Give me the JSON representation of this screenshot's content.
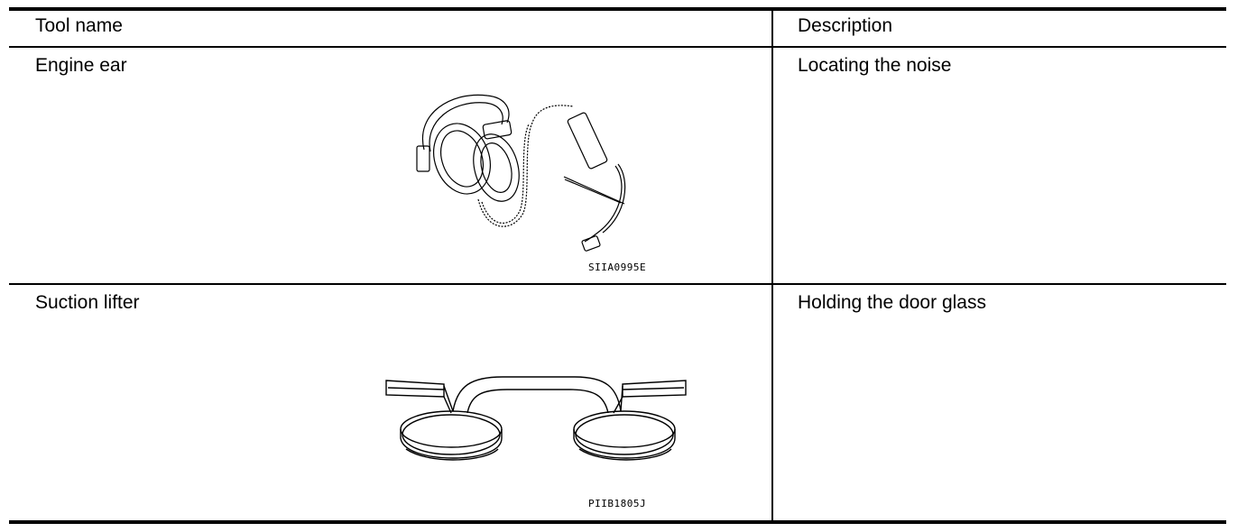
{
  "table": {
    "headers": {
      "tool_name": "Tool name",
      "description": "Description"
    },
    "rows": [
      {
        "tool": "Engine ear",
        "description": "Locating the noise",
        "figure_code": "SIIA0995E",
        "icon": "headphone-stethoscope-icon"
      },
      {
        "tool": "Suction lifter",
        "description": "Holding the door glass",
        "figure_code": "PIIB1805J",
        "icon": "suction-cup-lifter-icon"
      }
    ]
  }
}
